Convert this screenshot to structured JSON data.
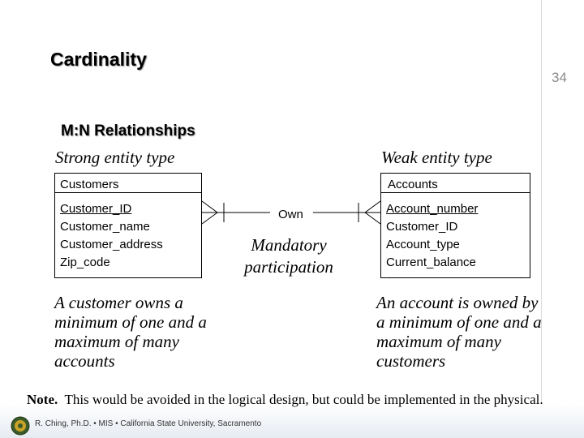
{
  "slide": {
    "title": "Cardinality",
    "page_number": "34",
    "subtitle": "M:N Relationships"
  },
  "labels": {
    "strong": "Strong entity type",
    "weak": "Weak entity type"
  },
  "entities": {
    "customers": {
      "name": "Customers",
      "attributes": [
        "Customer_ID",
        "Customer_name",
        "Customer_address",
        "Zip_code"
      ]
    },
    "accounts": {
      "name": "Accounts",
      "attributes": [
        "Account_number",
        "Customer_ID",
        "Account_type",
        "Current_balance"
      ]
    }
  },
  "relationship": {
    "name": "Own",
    "participation": "Mandatory participation"
  },
  "descriptions": {
    "left": "A customer owns a minimum of one and a maximum of many accounts",
    "right": "An account is owned by a minimum of one and a maximum of many customers"
  },
  "note": {
    "label": "Note.",
    "text": "This would be avoided in the logical design, but could be implemented in the physical."
  },
  "footer": {
    "text": "R. Ching, Ph.D. • MIS • California State University, Sacramento"
  }
}
